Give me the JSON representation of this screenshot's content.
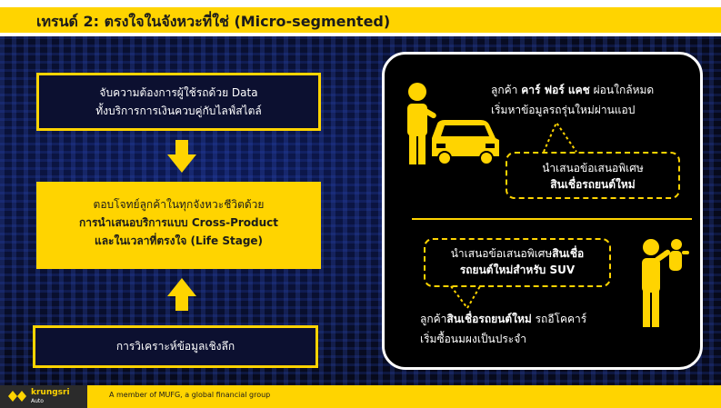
{
  "header": {
    "title": "เทรนด์ 2: ตรงใจในจังหวะที่ใช่ (Micro-segmented)"
  },
  "left": {
    "box1": {
      "line1": "จับความต้องการผู้ใช้รถด้วย Data",
      "line2": "ทั้งบริการการเงินควบคู่กับไลฟ์สไตล์"
    },
    "box2": {
      "line1": "ตอบโจทย์ลูกค้าในทุกจังหวะชีวิตด้วย",
      "line2": "การนำเสนอบริการแบบ Cross-Product",
      "line3": "และในเวลาที่ตรงใจ (Life Stage)"
    },
    "box3": {
      "text": "การวิเคราะห์ข้อมูลเชิงลึก"
    }
  },
  "right": {
    "scenario1": {
      "line1_pre": "ลูกค้า ",
      "line1_bold": "คาร์ ฟอร์ แคช",
      "line1_post": " ผ่อนใกล้หมด",
      "line2": "เริ่มหาข้อมูลรถรุ่นใหม่ผ่านแอป",
      "offer_line1": "นำเสนอข้อเสนอพิเศษ",
      "offer_line2": "สินเชื่อรถยนต์ใหม่"
    },
    "scenario2": {
      "offer_line1_pre": "นำเสนอข้อเสนอพิเศษ",
      "offer_line1_bold": "สินเชื่อ",
      "offer_line2": "รถยนต์ใหม่สำหรับ SUV",
      "line1_pre": "ลูกค้า",
      "line1_bold": "สินเชื่อรถยนต์ใหม่",
      "line1_post": " รถอีโคคาร์",
      "line2": "เริ่มซื้อนมผงเป็นประจำ"
    }
  },
  "footer": {
    "brand": "krungsri",
    "brand_sub": "Auto",
    "tagline": "A member of MUFG, a global financial group"
  },
  "colors": {
    "accent": "#ffd400",
    "background": "#07091a",
    "text": "#ffffff"
  }
}
